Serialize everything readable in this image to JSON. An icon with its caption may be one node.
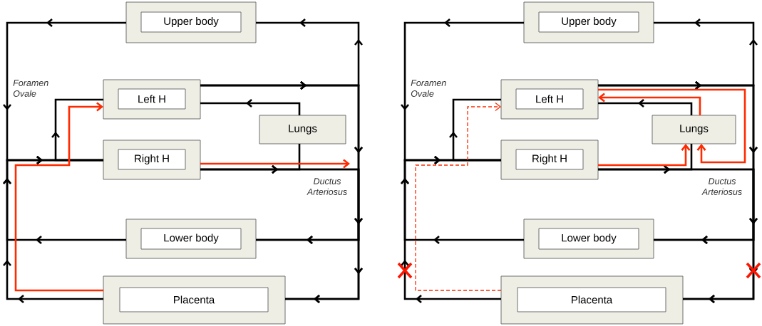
{
  "diagram": {
    "nodes": [
      {
        "text": [
          "Upper body"
        ]
      },
      {
        "text": [
          "Left H"
        ]
      },
      {
        "text": [
          "Lungs"
        ]
      },
      {
        "text": [
          "Right H"
        ]
      },
      {
        "text": [
          "Lower body"
        ]
      },
      {
        "text": [
          "Placenta"
        ]
      },
      {
        "text": [
          "Upper body"
        ]
      },
      {
        "text": [
          "Left H"
        ]
      },
      {
        "text": [
          "Lungs"
        ]
      },
      {
        "text": [
          "Right H"
        ]
      },
      {
        "text": [
          "Lower body"
        ]
      },
      {
        "text": [
          "Placenta"
        ]
      }
    ],
    "edges": [
      {
        "from": 0,
        "to": 3,
        "arrow": "to"
      },
      {
        "from": 4,
        "to": 3,
        "arrow": "to"
      },
      {
        "from": 5,
        "to": 3,
        "arrow": "to"
      },
      {
        "from": 3,
        "to": 1,
        "arrow": "to"
      },
      {
        "from": 1,
        "to": 0,
        "arrow": "to"
      },
      {
        "from": 1,
        "to": 4,
        "arrow": "to"
      },
      {
        "from": 1,
        "to": 5,
        "arrow": "to"
      },
      {
        "from": 3,
        "to": 2,
        "arrow": "to"
      },
      {
        "from": 2,
        "to": 1,
        "arrow": "to"
      },
      {
        "from": 3,
        "to": 4,
        "arrow": "to"
      },
      {
        "from": 3,
        "to": 5,
        "arrow": "to"
      },
      {
        "from": 5,
        "to": 1,
        "arrow": "to",
        "color": "#ff2a00"
      },
      {
        "from": 3,
        "to": null,
        "arrow": "to",
        "color": "#ff2a00"
      },
      {
        "from": 6,
        "to": 9,
        "arrow": "to"
      },
      {
        "from": 10,
        "to": 9,
        "arrow": "to"
      },
      {
        "from": 11,
        "to": 9,
        "arrow": "to"
      },
      {
        "from": 9,
        "to": 7,
        "arrow": "to"
      },
      {
        "from": 7,
        "to": 6,
        "arrow": "to"
      },
      {
        "from": 7,
        "to": 10,
        "arrow": "to"
      },
      {
        "from": 7,
        "to": 11,
        "arrow": "to"
      },
      {
        "from": 9,
        "to": 8,
        "arrow": "to"
      },
      {
        "from": 8,
        "to": 7,
        "arrow": "to"
      },
      {
        "from": 9,
        "to": 10,
        "arrow": "to"
      },
      {
        "from": 9,
        "to": 11,
        "arrow": "to"
      },
      {
        "from": 11,
        "to": 7,
        "arrow": "to",
        "style": "dashed",
        "color": "#ff2a00"
      },
      {
        "from": 9,
        "to": 8,
        "arrow": "to",
        "color": "#ff2a00"
      },
      {
        "from": 8,
        "to": 7,
        "arrow": "to",
        "color": "#ff2a00"
      },
      {
        "from": 7,
        "to": 8,
        "arrow": "to",
        "color": "#ff2a00"
      }
    ],
    "labels": [
      "Foramen Ovale",
      "Ductus Arteriosus",
      "Foramen Ovale",
      "Ductus Arteriosus"
    ]
  }
}
